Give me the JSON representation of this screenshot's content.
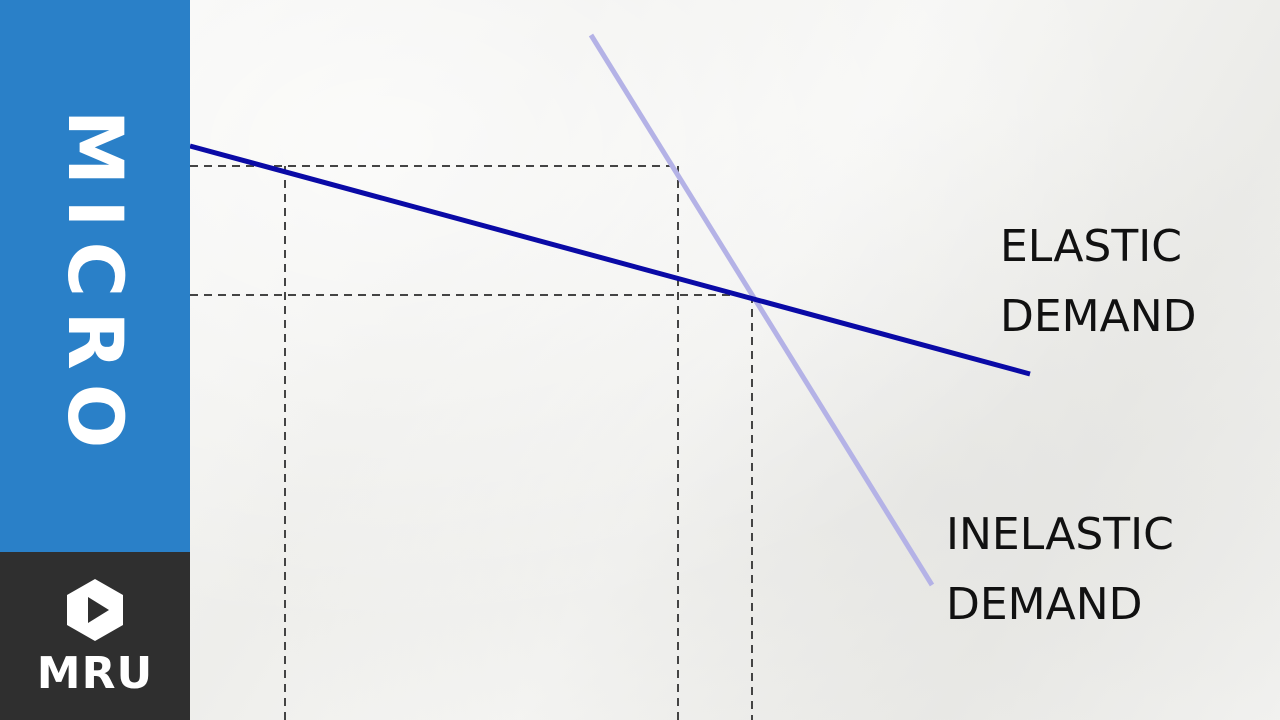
{
  "sidebar": {
    "section_label": "MICRO",
    "logo_text": "MRU",
    "logo_icon": "play-hexagon-icon",
    "colors": {
      "top": "#2a80c8",
      "bottom": "#2f2f2f"
    }
  },
  "diagram": {
    "elastic_label": {
      "line1": "ELASTIC",
      "line2": "DEMAND"
    },
    "inelastic_label": {
      "line1": "INELASTIC",
      "line2": "DEMAND"
    },
    "colors": {
      "elastic_curve": "#0a0aa6",
      "inelastic_curve": "#b4b2e6",
      "guide_lines": "#444444"
    }
  }
}
